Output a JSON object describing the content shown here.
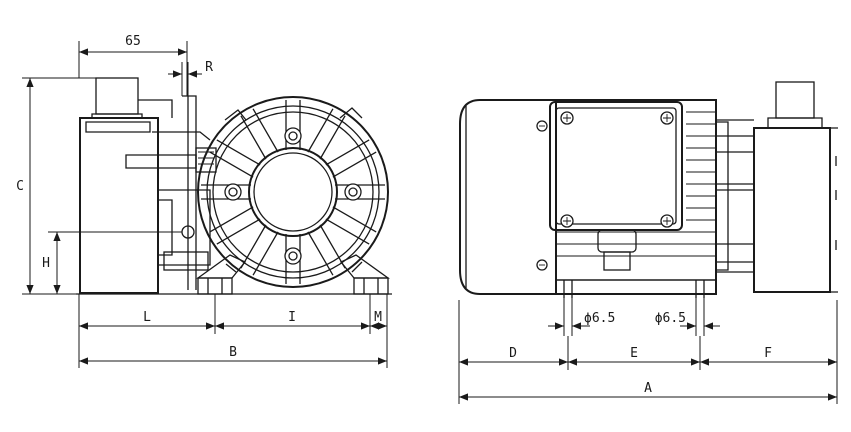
{
  "diagram": {
    "front_view": {
      "labels": {
        "dim_65": "65",
        "dim_R": "R",
        "dim_C": "C",
        "dim_H": "H",
        "dim_L": "L",
        "dim_I": "I",
        "dim_M": "M",
        "dim_B": "B"
      }
    },
    "side_view": {
      "labels": {
        "dim_hole1": "ϕ6.5",
        "dim_hole2": "ϕ6.5",
        "dim_D": "D",
        "dim_E": "E",
        "dim_F": "F",
        "dim_A": "A"
      }
    }
  }
}
